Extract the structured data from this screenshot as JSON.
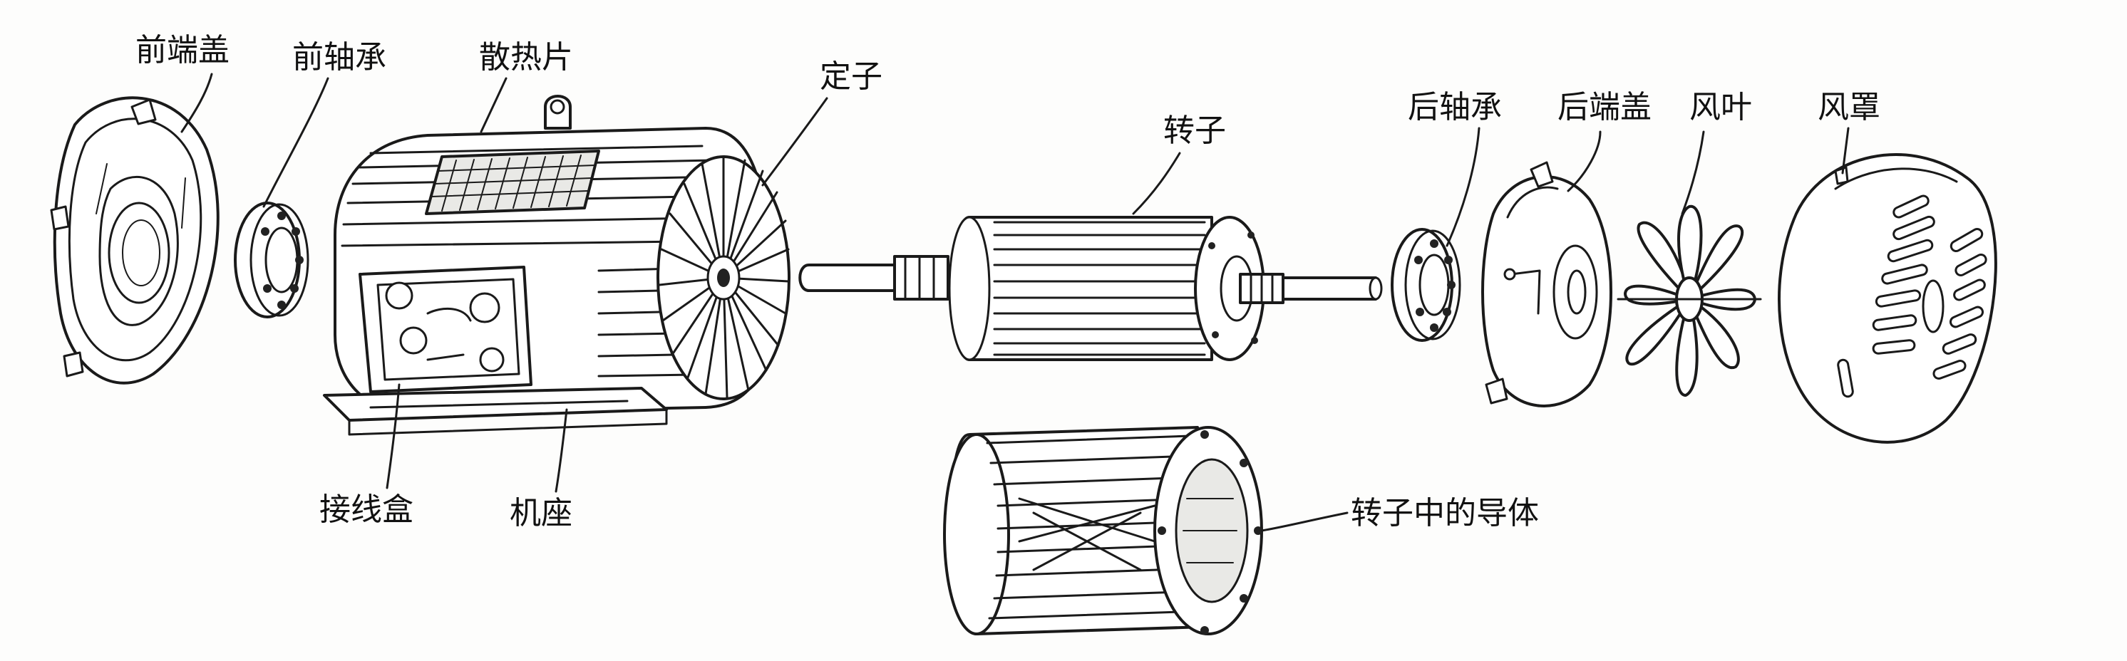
{
  "labels": {
    "front_end_cover": "前端盖",
    "front_bearing": "前轴承",
    "heat_sink": "散热片",
    "stator": "定子",
    "rotor": "转子",
    "rear_bearing": "后轴承",
    "rear_end_cover": "后端盖",
    "fan": "风叶",
    "fan_cover": "风罩",
    "junction_box": "接线盒",
    "base": "机座",
    "rotor_conductor": "转子中的导体"
  }
}
